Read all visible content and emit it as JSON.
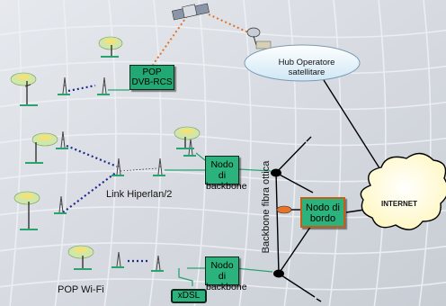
{
  "diagram": {
    "pop_dvb_rcs": {
      "line1": "POP",
      "line2": "DVB-RCS"
    },
    "hub_operatore": {
      "line1": "Hub Operatore",
      "line2": "satellitare"
    },
    "nodo_backbone_top": {
      "line1": "Nodo di",
      "line2": "backbone"
    },
    "nodo_backbone_bottom": {
      "line1": "Nodo di",
      "line2": "backbone"
    },
    "nodo_bordo": {
      "line1": "Nodo di",
      "line2": "bordo"
    },
    "internet": "INTERNET",
    "link_hiperlan": "Link Hiperlan/2",
    "pop_wifi": "POP Wi-Fi",
    "backbone_fibra": "Backbone fibra ottica",
    "xdsl": "xDSL"
  },
  "colors": {
    "node_green": "#21a873",
    "backbone_node_green": "#2cb27c",
    "nodo_bordo_orange": "#e8742a",
    "link_dotted_blue": "#1e2a8c",
    "satellite_link_orange": "#e0722a",
    "cloud_fill": "#ffffd2"
  }
}
